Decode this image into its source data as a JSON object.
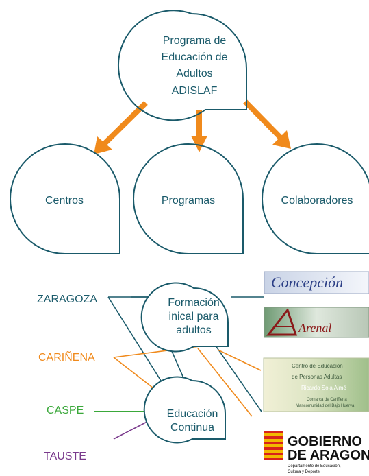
{
  "top_node": {
    "lines": [
      "Programa de",
      "Educación de",
      "Adultos",
      "ADISLAF"
    ]
  },
  "branches": [
    "Centros",
    "Programas",
    "Colaboradores"
  ],
  "programs": {
    "formacion": [
      "Formación",
      "inical para",
      "adultos"
    ],
    "educacion": [
      "Educación",
      "Continua"
    ]
  },
  "places": [
    {
      "name": "ZARAGOZA",
      "color": "#1a5a6a"
    },
    {
      "name": "CARIÑENA",
      "color": "#f08a1c"
    },
    {
      "name": "CASPE",
      "color": "#3aa83a"
    },
    {
      "name": "TAUSTE",
      "color": "#7a3a8c"
    }
  ],
  "logos": {
    "concepcion": "Concepción",
    "arenal": "Arenal",
    "centro": [
      "Centro de Educación",
      "de Personas Adultas",
      "Ricardo Sola Aimé",
      "Comarca de Cariñena",
      "Mancomunidad del Bajo Huerva"
    ],
    "gobierno": [
      "GOBIERNO",
      "DE ARAGON",
      "Departamento de Educación,",
      "Cultura y Deporte"
    ]
  },
  "colors": {
    "node": "#1a5a6a",
    "arrow": "#f08a1c"
  }
}
